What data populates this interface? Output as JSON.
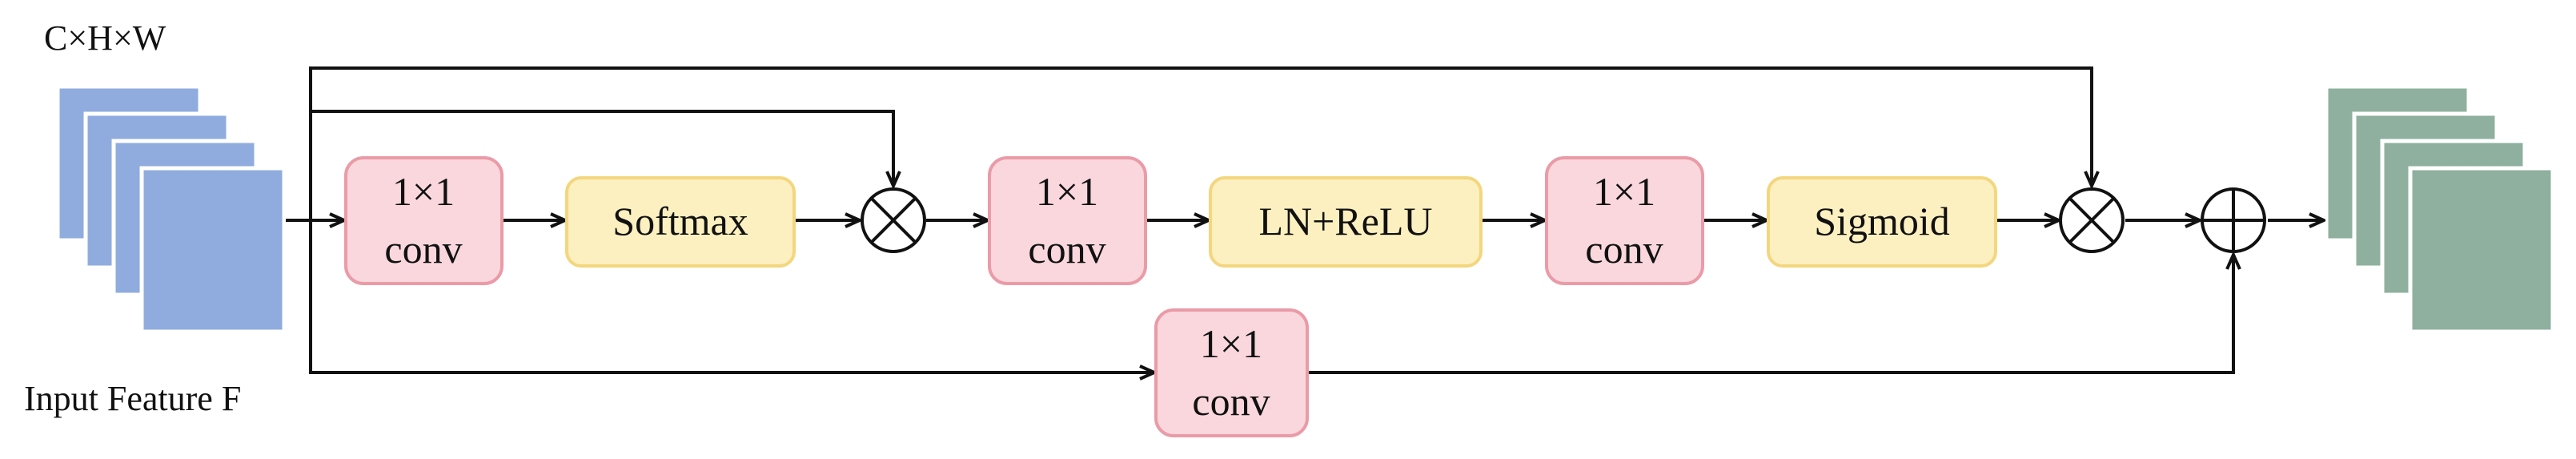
{
  "labels": {
    "dims": "C×H×W",
    "input": "Input Feature F"
  },
  "blocks": {
    "conv1": [
      "1×1",
      "conv"
    ],
    "softmax": "Softmax",
    "conv2": [
      "1×1",
      "conv"
    ],
    "ln_relu": "LN+ReLU",
    "conv3": [
      "1×1",
      "conv"
    ],
    "sigmoid": "Sigmoid",
    "conv4": [
      "1×1",
      "conv"
    ]
  },
  "colors": {
    "input_feature": "#90acde",
    "output_feature": "#8fb09e",
    "conv_fill": "#f9d7dd",
    "conv_stroke": "#ea9ba7",
    "act_fill": "#fcefc0",
    "act_stroke": "#f3d67e",
    "line": "#111111"
  },
  "operators": {
    "multiply_icon": "circled-times-icon",
    "add_icon": "circled-plus-icon"
  }
}
